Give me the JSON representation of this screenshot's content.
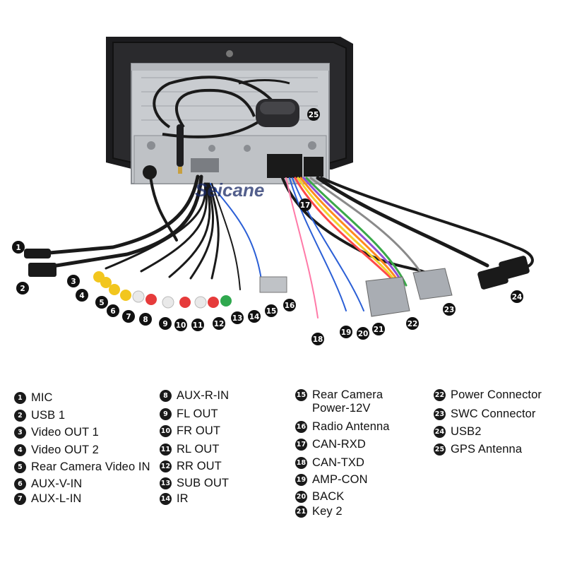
{
  "watermark": "Seicane",
  "legend": [
    {
      "num": "1",
      "label": "MIC"
    },
    {
      "num": "2",
      "label": "USB 1"
    },
    {
      "num": "3",
      "label": "Video OUT 1"
    },
    {
      "num": "4",
      "label": "Video OUT 2"
    },
    {
      "num": "5",
      "label": "Rear Camera Video IN"
    },
    {
      "num": "6",
      "label": "AUX-V-IN"
    },
    {
      "num": "7",
      "label": "AUX-L-IN"
    },
    {
      "num": "8",
      "label": "AUX-R-IN"
    },
    {
      "num": "9",
      "label": "FL OUT"
    },
    {
      "num": "10",
      "label": "FR OUT"
    },
    {
      "num": "11",
      "label": "RL OUT"
    },
    {
      "num": "12",
      "label": "RR OUT"
    },
    {
      "num": "13",
      "label": "SUB OUT"
    },
    {
      "num": "14",
      "label": "IR"
    },
    {
      "num": "15",
      "label": "Rear Camera\nPower-12V"
    },
    {
      "num": "16",
      "label": "Radio Antenna"
    },
    {
      "num": "17",
      "label": "CAN-RXD"
    },
    {
      "num": "18",
      "label": "CAN-TXD"
    },
    {
      "num": "19",
      "label": "AMP-CON"
    },
    {
      "num": "20",
      "label": "BACK"
    },
    {
      "num": "21",
      "label": "Key 2"
    },
    {
      "num": "22",
      "label": "Power Connector"
    },
    {
      "num": "23",
      "label": "SWC Connector"
    },
    {
      "num": "24",
      "label": "USB2"
    },
    {
      "num": "25",
      "label": "GPS Antenna"
    }
  ]
}
